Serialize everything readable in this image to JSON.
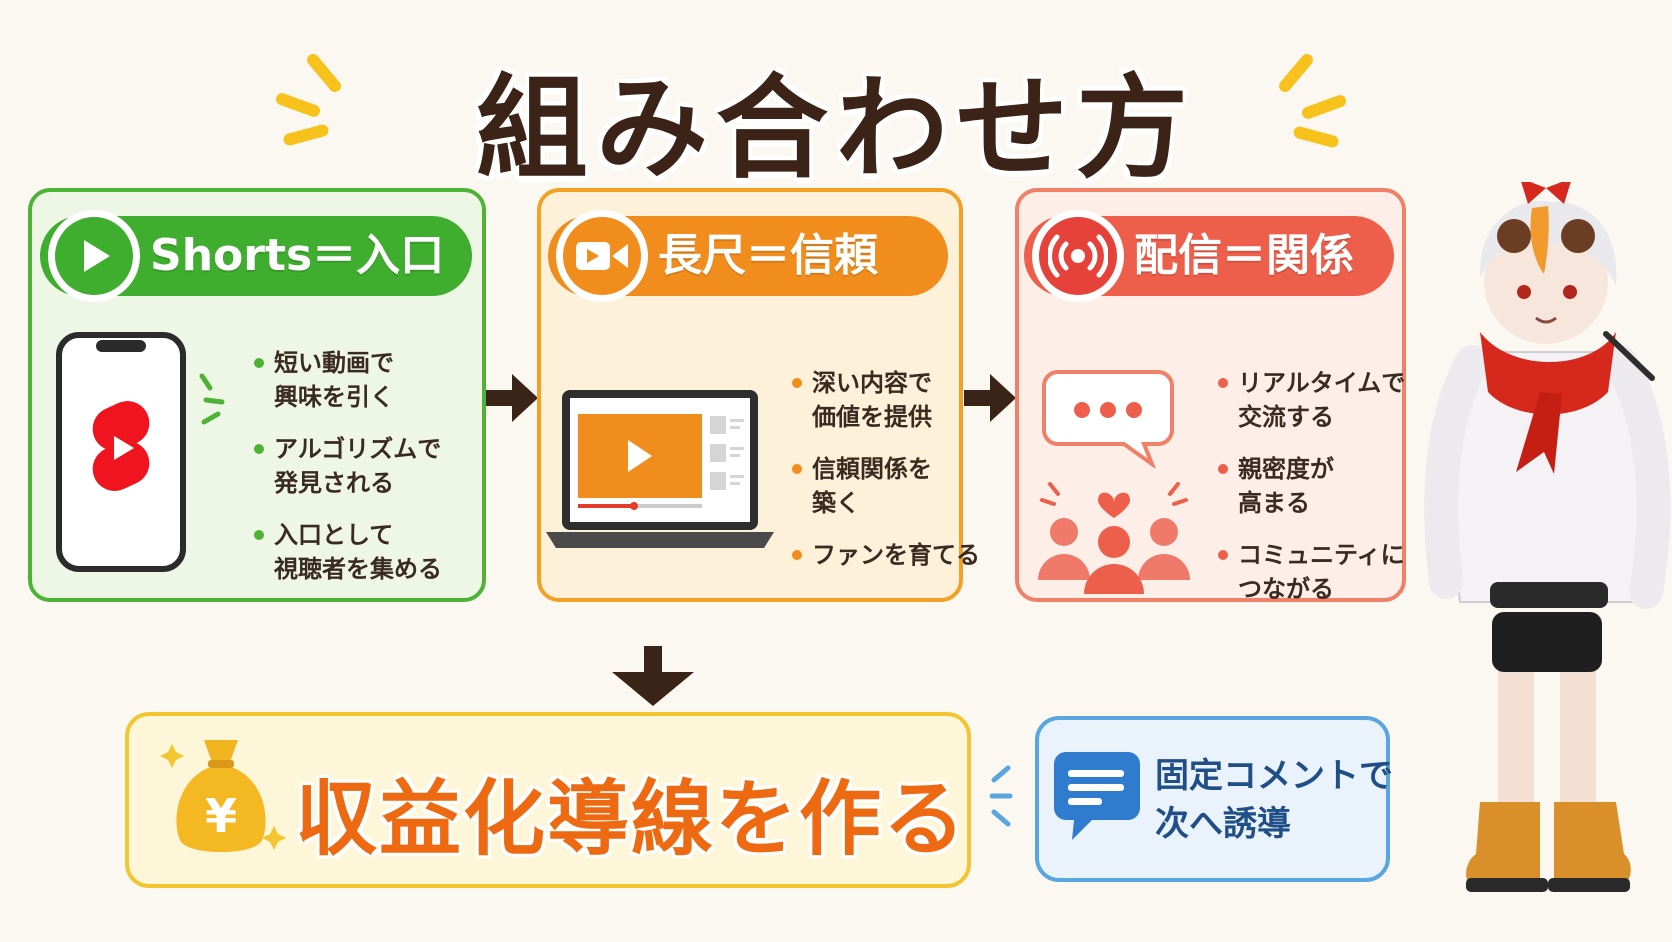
{
  "title": "組み合わせ方",
  "colors": {
    "green": "#4cb334",
    "orange": "#f2a125",
    "red": "#f08068",
    "yellow": "#f3c531",
    "blue": "#5aa6e0",
    "dark": "#3b2317"
  },
  "cards": {
    "shorts": {
      "label": "Shorts＝入口",
      "icon": "play-icon",
      "bullets": [
        {
          "line1": "短い動画で",
          "line2": "興味を引く"
        },
        {
          "line1": "アルゴリズムで",
          "line2": "発見される"
        },
        {
          "line1": "入口として",
          "line2": "視聴者を集める"
        }
      ]
    },
    "long": {
      "label": "長尺＝信頼",
      "icon": "video-camera-icon",
      "bullets": [
        {
          "line1": "深い内容で",
          "line2": "価値を提供"
        },
        {
          "line1": "信頼関係を",
          "line2": "築く"
        },
        {
          "line1": "ファンを育てる",
          "line2": ""
        }
      ]
    },
    "live": {
      "label": "配信＝関係",
      "icon": "broadcast-icon",
      "bullets": [
        {
          "line1": "リアルタイムで",
          "line2": "交流する"
        },
        {
          "line1": "親密度が",
          "line2": "高まる"
        },
        {
          "line1": "コミュニティに",
          "line2": "つながる"
        }
      ]
    }
  },
  "money": {
    "label": "収益化導線を作る",
    "icon_symbol": "¥"
  },
  "pin": {
    "line1": "固定コメントで",
    "line2": "次へ誘導"
  }
}
